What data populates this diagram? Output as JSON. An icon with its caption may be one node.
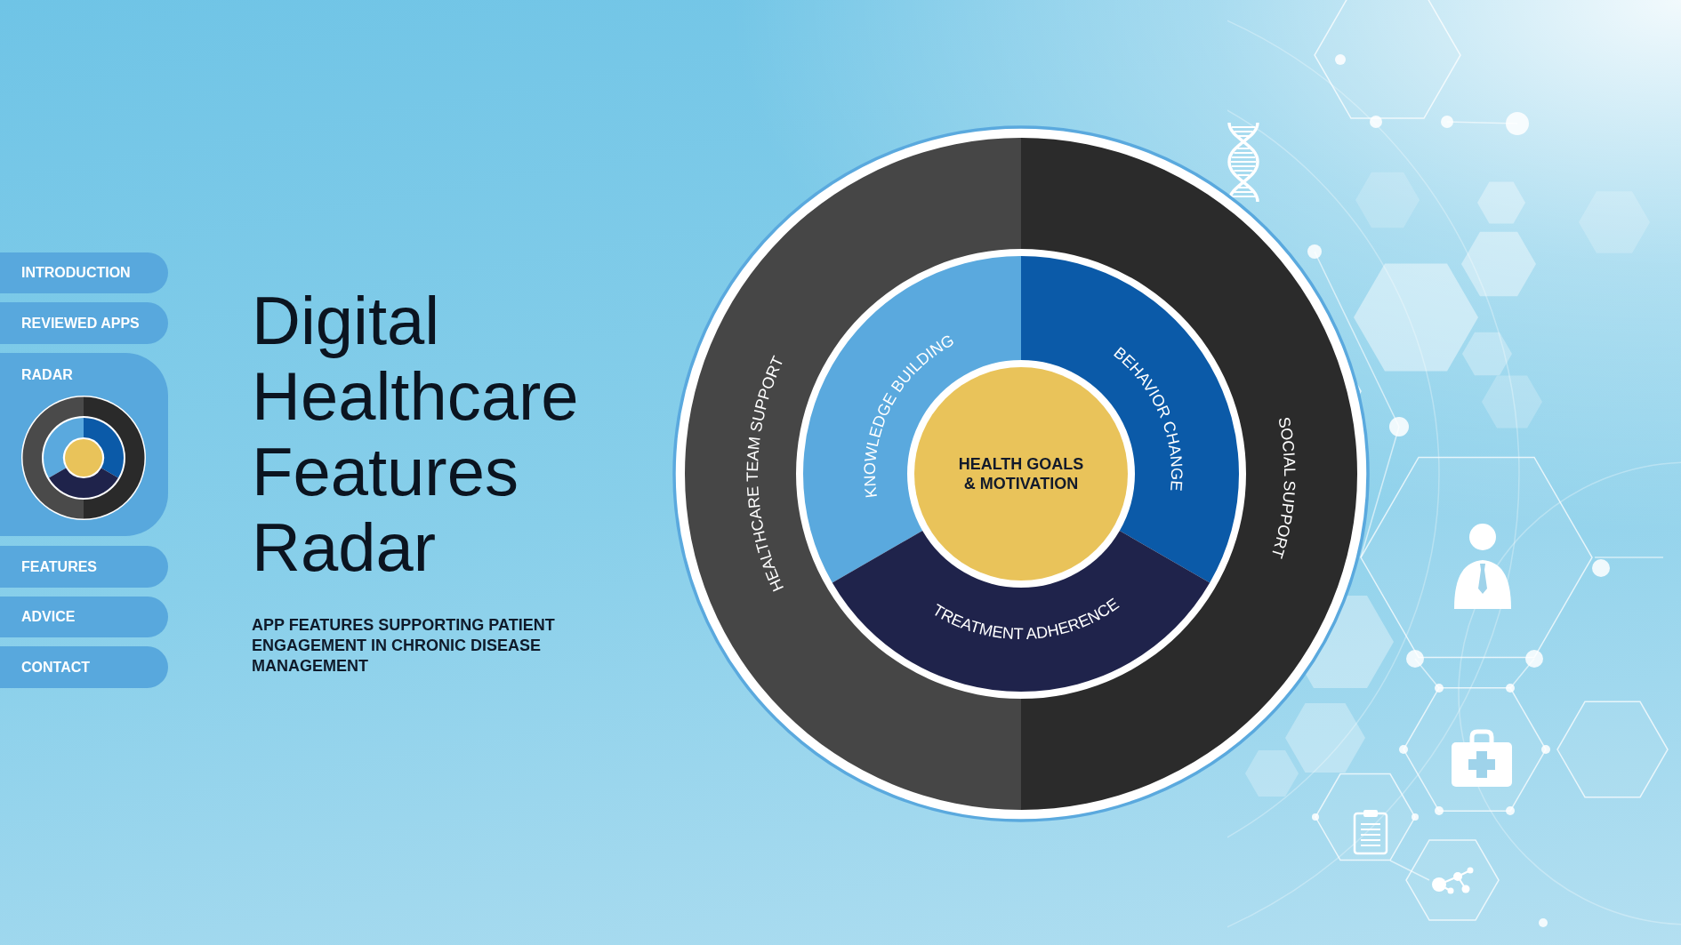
{
  "diagram": {
    "title": "Digital Healthcare Features Radar",
    "nodes": [
      {
        "text": [
          "INTRODUCTION"
        ]
      },
      {
        "text": [
          "REVIEWED APPS"
        ]
      },
      {
        "text": [
          "RADAR"
        ]
      },
      {
        "text": [
          "FEATURES"
        ]
      },
      {
        "text": [
          "ADVICE"
        ]
      },
      {
        "text": [
          "CONTACT"
        ]
      },
      {
        "text": [
          "HEALTHCARE TEAM SUPPORT"
        ]
      },
      {
        "text": [
          "SOCIAL SUPPORT"
        ]
      },
      {
        "text": [
          "KNOWLEDGE BUILDING"
        ]
      },
      {
        "text": [
          "BEHAVIOR CHANGE"
        ]
      },
      {
        "text": [
          "TREATMENT ADHERENCE"
        ]
      },
      {
        "text": [
          "HEALTH GOALS & MOTIVATION"
        ]
      }
    ],
    "labels": [
      "APP FEATURES SUPPORTING PATIENT ENGAGEMENT IN CHRONIC DISEASE MANAGEMENT"
    ]
  }
}
